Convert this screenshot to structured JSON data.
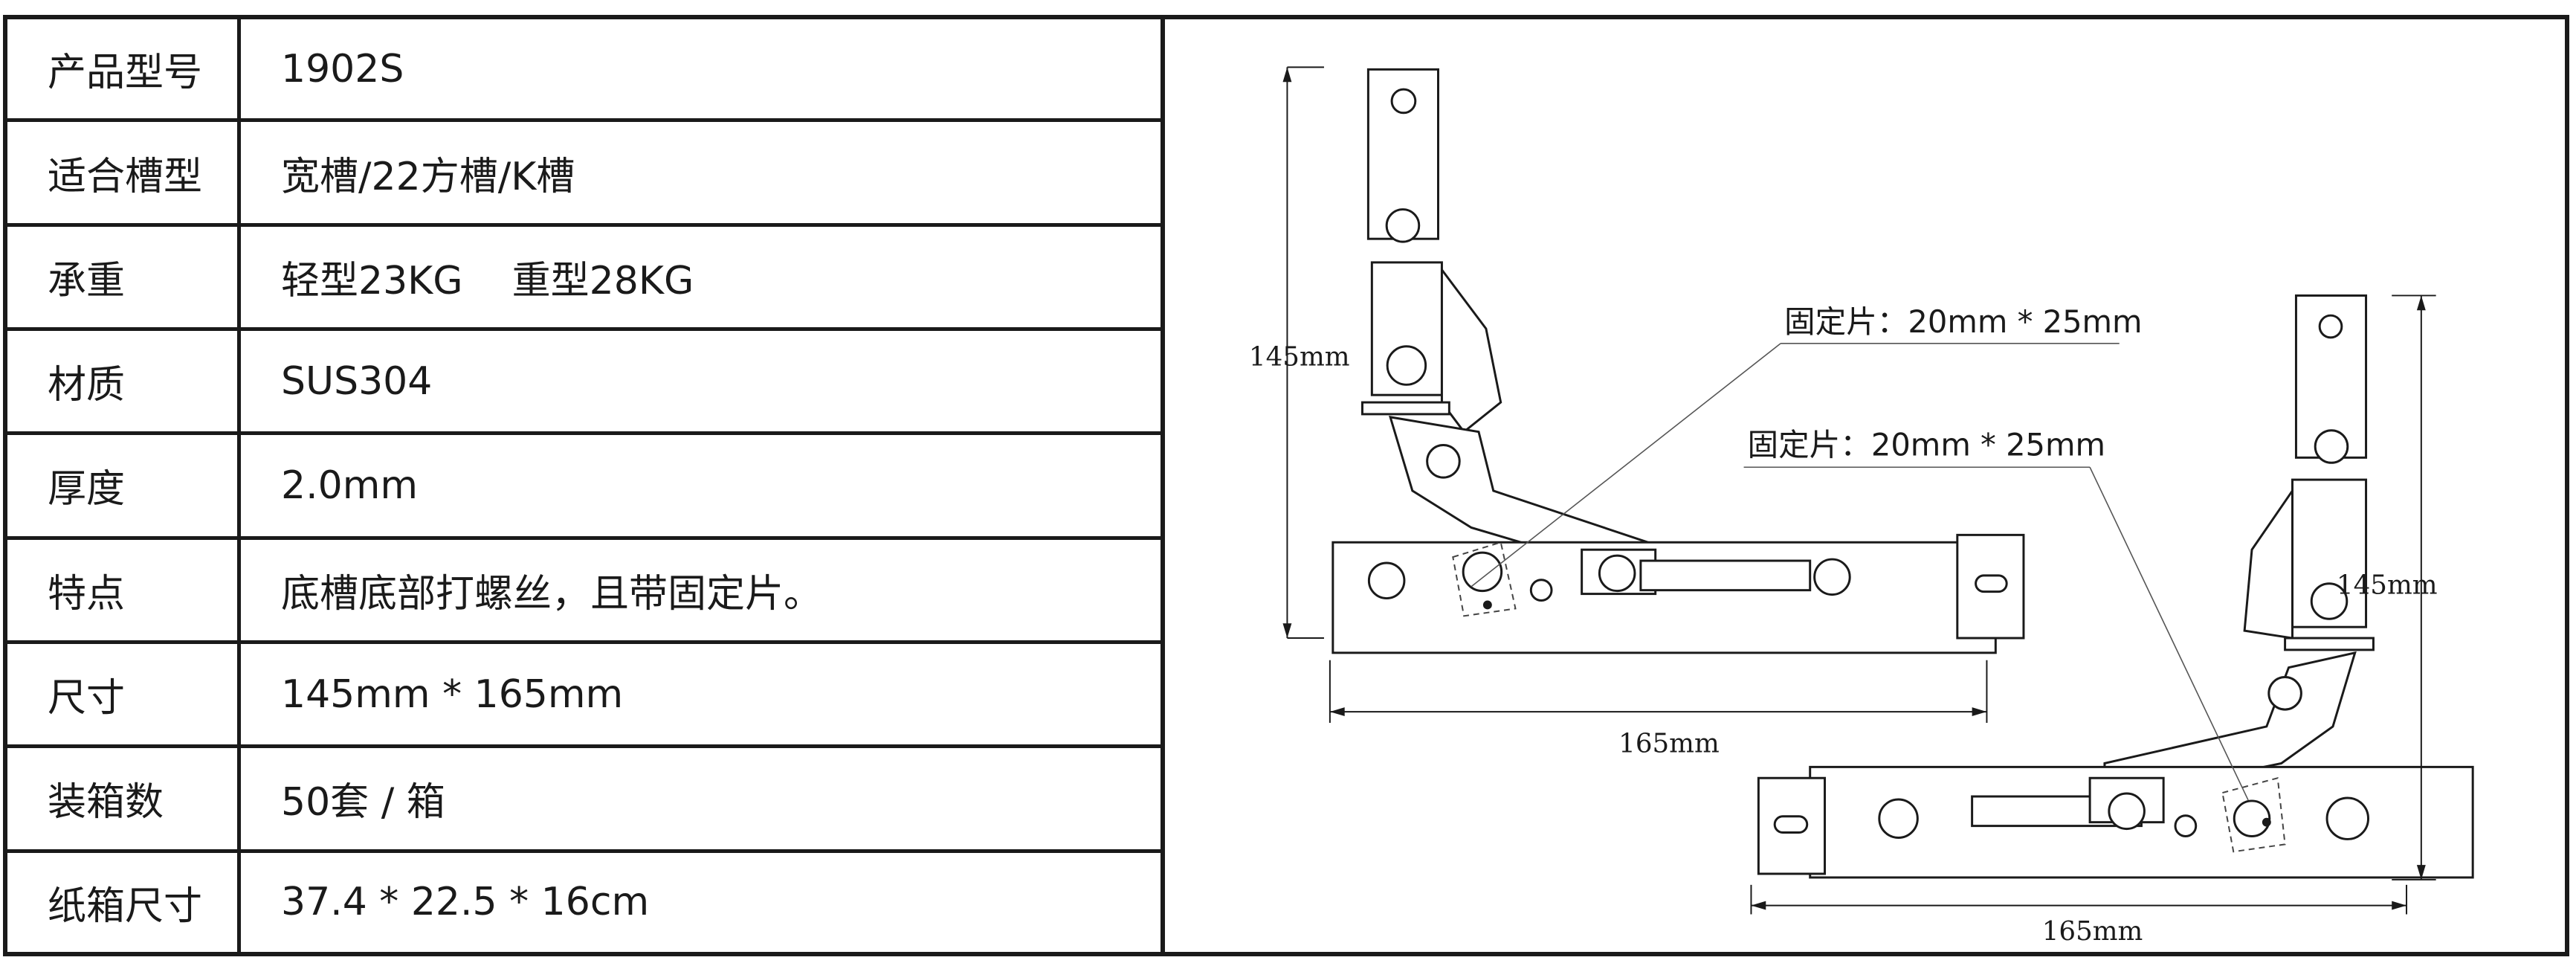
{
  "specs": [
    {
      "label": "产品型号",
      "value": "1902S"
    },
    {
      "label": "适合槽型",
      "value": "宽槽/22方槽/K槽"
    },
    {
      "label": "承重",
      "value": "轻型23KG    重型28KG"
    },
    {
      "label": "材质",
      "value": "SUS304"
    },
    {
      "label": "厚度",
      "value": "2.0mm"
    },
    {
      "label": "特点",
      "value": "底槽底部打螺丝，且带固定片。"
    },
    {
      "label": "尺寸",
      "value": "145mm * 165mm"
    },
    {
      "label": "装箱数",
      "value": "50套 / 箱"
    },
    {
      "label": "纸箱尺寸",
      "value": "37.4 * 22.5 * 16cm"
    }
  ],
  "drawing": {
    "left_view": {
      "height_dim": "145mm",
      "width_dim": "165mm",
      "callout": "固定片：20mm * 25mm"
    },
    "right_view": {
      "height_dim": "145mm",
      "width_dim": "165mm",
      "callout": "固定片：20mm * 25mm"
    }
  }
}
